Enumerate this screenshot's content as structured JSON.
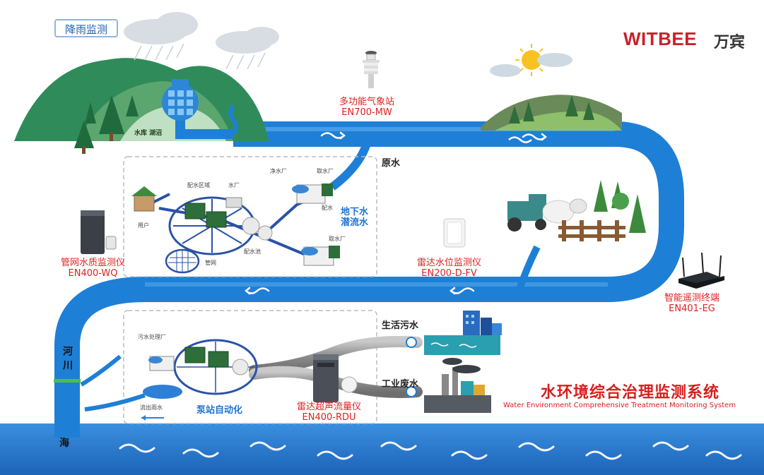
{
  "brand": {
    "name": "WITBEE",
    "name_cn": "万宾"
  },
  "rain_label": "降雨监测",
  "reservoir_label": "水库 湖沼",
  "raw_water_label": "原水",
  "groundwater_label": "地下水\n潜流水",
  "river_label": "河川",
  "sea_label": "海",
  "title": {
    "cn": "水环境综合治理监测系统",
    "en": "Water Environment Comprehensive Treatment Monitoring System"
  },
  "devices": [
    {
      "name": "多功能气象站",
      "model": "EN700-MW"
    },
    {
      "name": "管网水质监测仪",
      "model": "EN400-WQ"
    },
    {
      "name": "雷达水位监测仪",
      "model": "EN200-D-FV"
    },
    {
      "name": "智能遥测终端",
      "model": "EN401-EG"
    },
    {
      "name": "雷达超声流量仪",
      "model": "EN400-RDU"
    }
  ],
  "distribution": {
    "area": "配水区域",
    "plant": "水厂",
    "purify": "净水厂",
    "intake1": "取水厂",
    "intake2": "取水厂",
    "water": "配水",
    "user": "用户",
    "pipe": "管网",
    "pool": "配水池"
  },
  "sewage": {
    "plant": "污水处理厂",
    "outflow": "流出雨水",
    "pump": "泵站自动化"
  },
  "domestic_sewage": "生活污水",
  "industrial_wastewater": "工业废水",
  "colors": {
    "river": "#1e7fd6",
    "river_light": "#4da3ea",
    "brand_red": "#c8222a",
    "label_red": "#e02020",
    "mountain": "#2f8c5a",
    "grass": "#6cb547"
  }
}
